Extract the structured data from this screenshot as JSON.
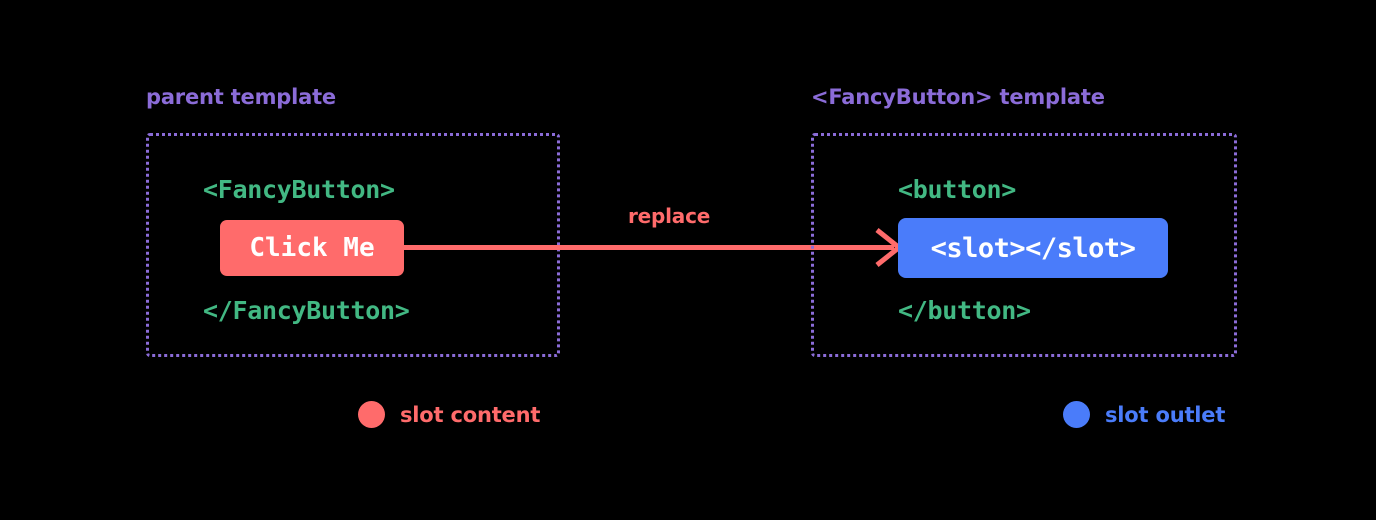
{
  "diagram": {
    "background": "#000000",
    "colors": {
      "purple": "#8B6CD8",
      "green": "#42B883",
      "red": "#FF6B6B",
      "blue": "#4A7CFA",
      "white": "#FFFFFF"
    }
  },
  "panels": {
    "parent": {
      "title": "parent template",
      "code_open": "<FancyButton>",
      "code_close": "</FancyButton>",
      "chip_label": "Click Me"
    },
    "fancy": {
      "title": "<FancyButton> template",
      "code_open": "<button>",
      "code_close": "</button>",
      "chip_label": "<slot></slot>"
    }
  },
  "connector": {
    "label": "replace",
    "direction": "left-to-right",
    "color": "#FF6B6B"
  },
  "legend": {
    "items": [
      {
        "label": "slot content",
        "color": "#FF6B6B"
      },
      {
        "label": "slot outlet",
        "color": "#4A7CFA"
      }
    ]
  }
}
